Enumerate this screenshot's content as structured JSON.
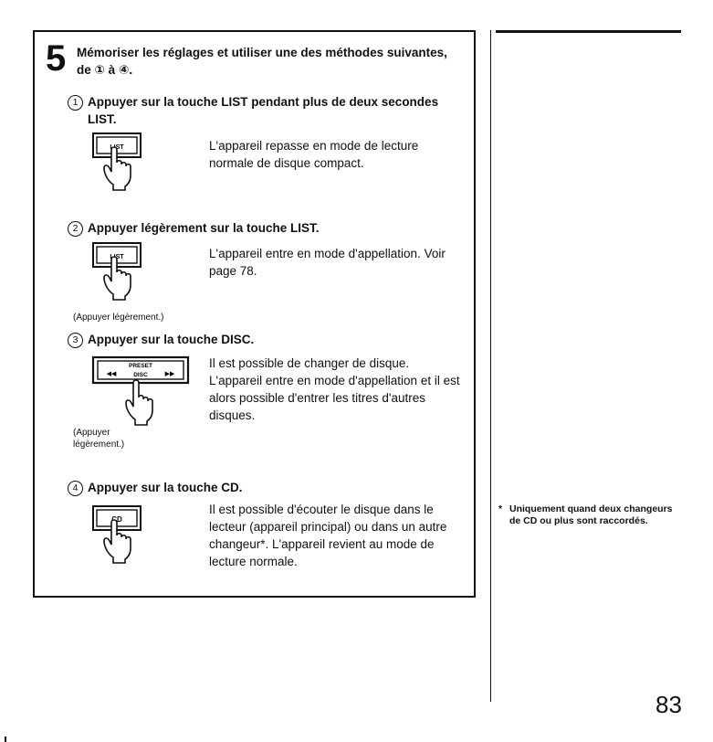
{
  "step": {
    "number": "5",
    "intro": "Mémoriser les réglages et utiliser une des méthodes suivantes, de ① à ④."
  },
  "substeps": [
    {
      "marker": "1",
      "title": "Appuyer sur la touche LIST pendant plus de deux secondes LIST.",
      "button_label": "LIST",
      "description": "L'appareil repasse en mode de lecture normale de disque compact.",
      "caption": ""
    },
    {
      "marker": "2",
      "title": "Appuyer légèrement sur la touche LIST.",
      "button_label": "LIST",
      "description": "L'appareil entre en mode d'appellation. Voir page 78.",
      "caption": "(Appuyer légèrement.)"
    },
    {
      "marker": "3",
      "title": "Appuyer sur la touche DISC.",
      "button_top_label": "PRESET",
      "button_label": "DISC",
      "button_left": "◀◀",
      "button_right": "▶▶",
      "description": "Il est possible de changer de disque. L'appareil entre en mode d'appellation et il est alors possible d'entrer les titres d'autres disques.",
      "caption": "(Appuyer légèrement.)"
    },
    {
      "marker": "4",
      "title": "Appuyer sur la touche CD.",
      "button_label": "CD",
      "description": "Il est possible d'écouter le disque dans le lecteur (appareil principal) ou dans un autre changeur*. L'appareil revient au mode de lecture normale.",
      "caption": ""
    }
  ],
  "footnote": {
    "marker": "*",
    "text": "Uniquement quand deux changeurs de CD ou plus sont raccordés."
  },
  "page_number": "83"
}
